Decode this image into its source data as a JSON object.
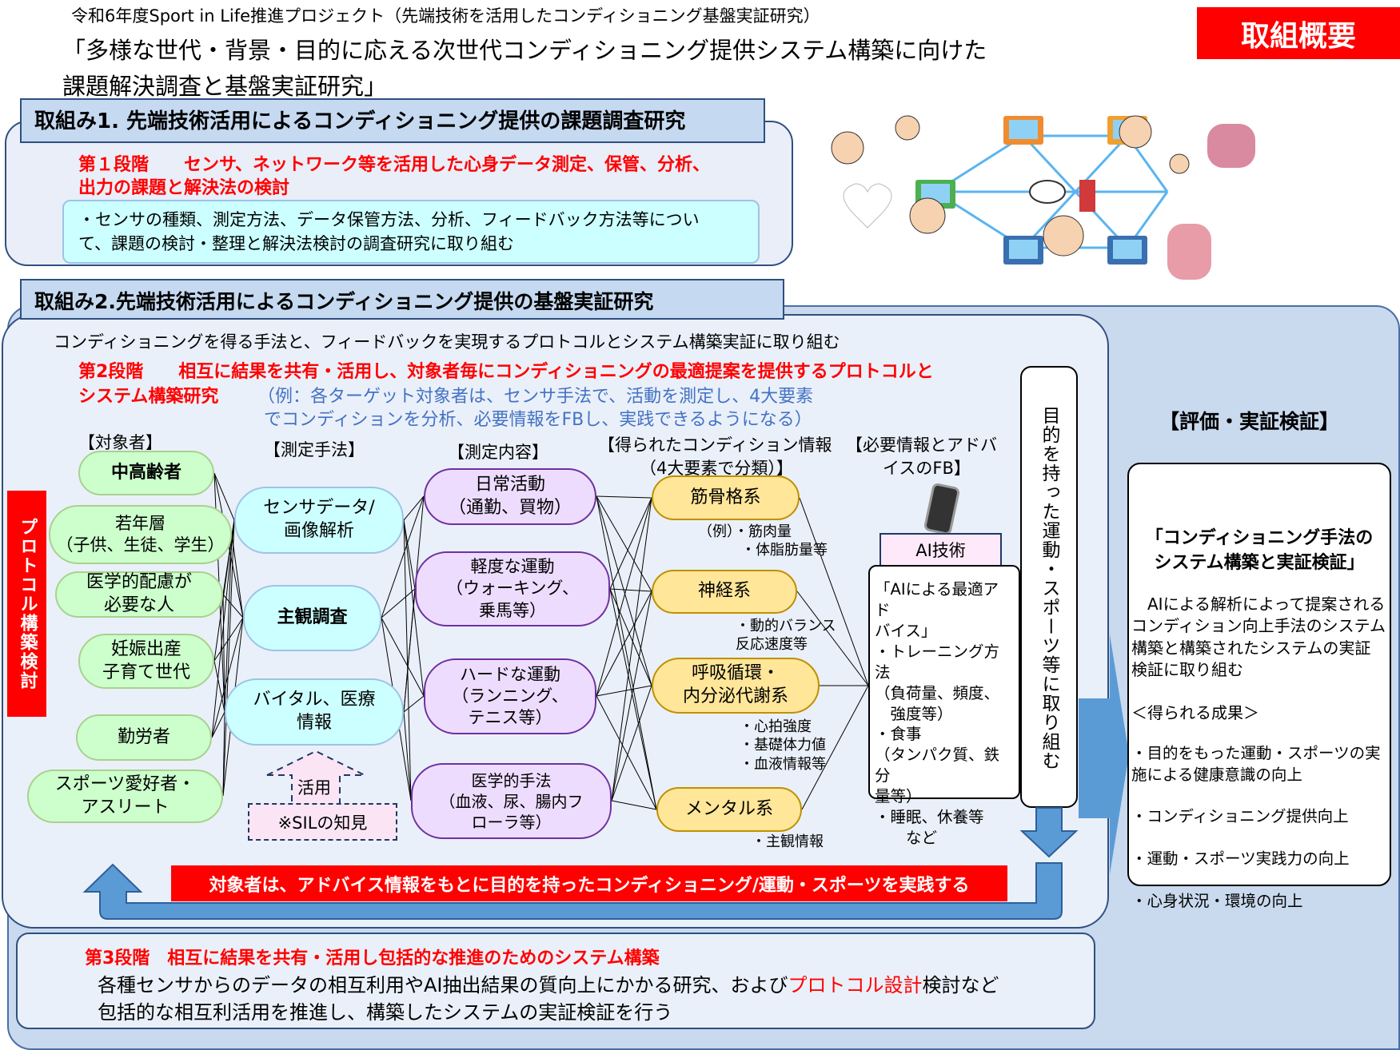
{
  "header": {
    "subtitle": "令和6年度Sport in Life推進プロジェクト（先端技術を活用したコンディショニング基盤実証研究）",
    "title_line1": "「多様な世代・背景・目的に応える次世代コンディショニング提供システム構築に向けた",
    "title_line2": "課題解決調査と基盤実証研究」",
    "badge": "取組概要"
  },
  "effort1": {
    "heading": "取組み1. 先端技術活用によるコンディショニング提供の課題調査研究",
    "stage_line1": "第１段階　　センサ、ネットワーク等を活用した心身データ測定、保管、分析、",
    "stage_line2": "出力の課題と解決法の検討",
    "desc_line1": "・センサの種類、測定方法、データ保管方法、分析、フィードバック方法等につい",
    "desc_line2": "て、課題の検討・整理と解決法検討の調査研究に取り組む"
  },
  "effort2": {
    "heading": "取組み2.先端技術活用によるコンディショニング提供の基盤実証研究",
    "intro": "コンディショニングを得る手法と、フィードバックを実現するプロトコルとシステム構築実証に取り組む",
    "stage_line1": "第2段階　　相互に結果を共有・活用し、対象者毎にコンディショニングの最適提案を提供するプロトコルと",
    "stage_line2": "システム構築研究",
    "example_line1": "（例：各ターゲット対象者は、センサ手法で、活動を測定し、4大要素",
    "example_line2": "でコンディションを分析、必要情報をFBし、実践できるようになる）",
    "protocol_label": "プロトコル構築検討",
    "col_targets": "【対象者】",
    "col_methods": "【測定手法】",
    "col_contents": "【測定内容】",
    "col_conditions_line1": "【得られたコンディション情報",
    "col_conditions_line2": "（4大要素で分類）】",
    "col_fb_line1": "【必要情報とアドバ",
    "col_fb_line2": "イスのFB】",
    "targets": [
      "中高齢者",
      "若年層\n（子供、生徒、学生）",
      "医学的配慮が\n必要な人",
      "妊娠出産\n子育て世代",
      "勤労者",
      "スポーツ愛好者・\nアスリート"
    ],
    "methods": [
      "センサデータ/\n画像解析",
      "主観調査",
      "バイタル、医療\n情報"
    ],
    "katsuyou": "活用",
    "sil": "※SILの知見",
    "contents": [
      "日常活動\n（通勤、買物）",
      "軽度な運動\n（ウォーキング、\n乗馬等）",
      "ハードな運動\n（ランニング、\nテニス等）",
      "医学的手法\n（血液、尿、腸内フ\nローラ等）"
    ],
    "conditions": [
      "筋骨格系",
      "神経系",
      "呼吸循環・\n内分泌代謝系",
      "メンタル系"
    ],
    "condition_notes": [
      "（例）・筋肉量\n　　　・体脂肪量等",
      "・動的バランス\n反応速度等",
      "・心拍強度\n・基礎体力値\n・血液情報等",
      "・主観情報"
    ],
    "ai_label": "AI技術",
    "advice": "「AIによる最適アド\nバイス」\n・トレーニング方法\n（負荷量、頻度、\n　強度等）\n・食事\n（タンパク質、鉄分\n量等）\n・睡眠、休養等\n　　など",
    "vertical_text": "目的を持った運動・スポーツ等に取り組む",
    "practice_bar": "対象者は、アドバイス情報をもとに目的を持ったコンディショニング/運動・スポーツを実践する"
  },
  "evaluation": {
    "heading": "【評価・実証検証】",
    "box_title": "「コンディショニング手法の\nシステム構築と実証検証」",
    "box_desc": "　AIによる解析によって提案される\nコンディション向上手法のシステム\n構築と構築されたシステムの実証\n検証に取り組む",
    "results_heading": "＜得られる成果＞",
    "results": [
      "・目的をもった運動・スポーツの実\n施による健康意識の向上",
      "・コンディショニング提供向上",
      "・運動・スポーツ実践力の向上",
      "・心身状況・環境の向上"
    ]
  },
  "stage3": {
    "heading": "第3段階　相互に結果を共有・活用し包括的な推進のためのシステム構築",
    "line1_pre": "各種センサからのデータの相互利用やAI抽出結果の質向上にかかる研究、および",
    "line1_highlight": "プロトコル設計",
    "line1_post": "検討など",
    "line2": "包括的な相互利活用を推進し、構築したシステムの実証検証を行う"
  },
  "colors": {
    "red": "#ff0000",
    "blue_arrow": "#5b9bd5",
    "outer": "#c9d9ee",
    "inner": "#eaf0f9"
  }
}
